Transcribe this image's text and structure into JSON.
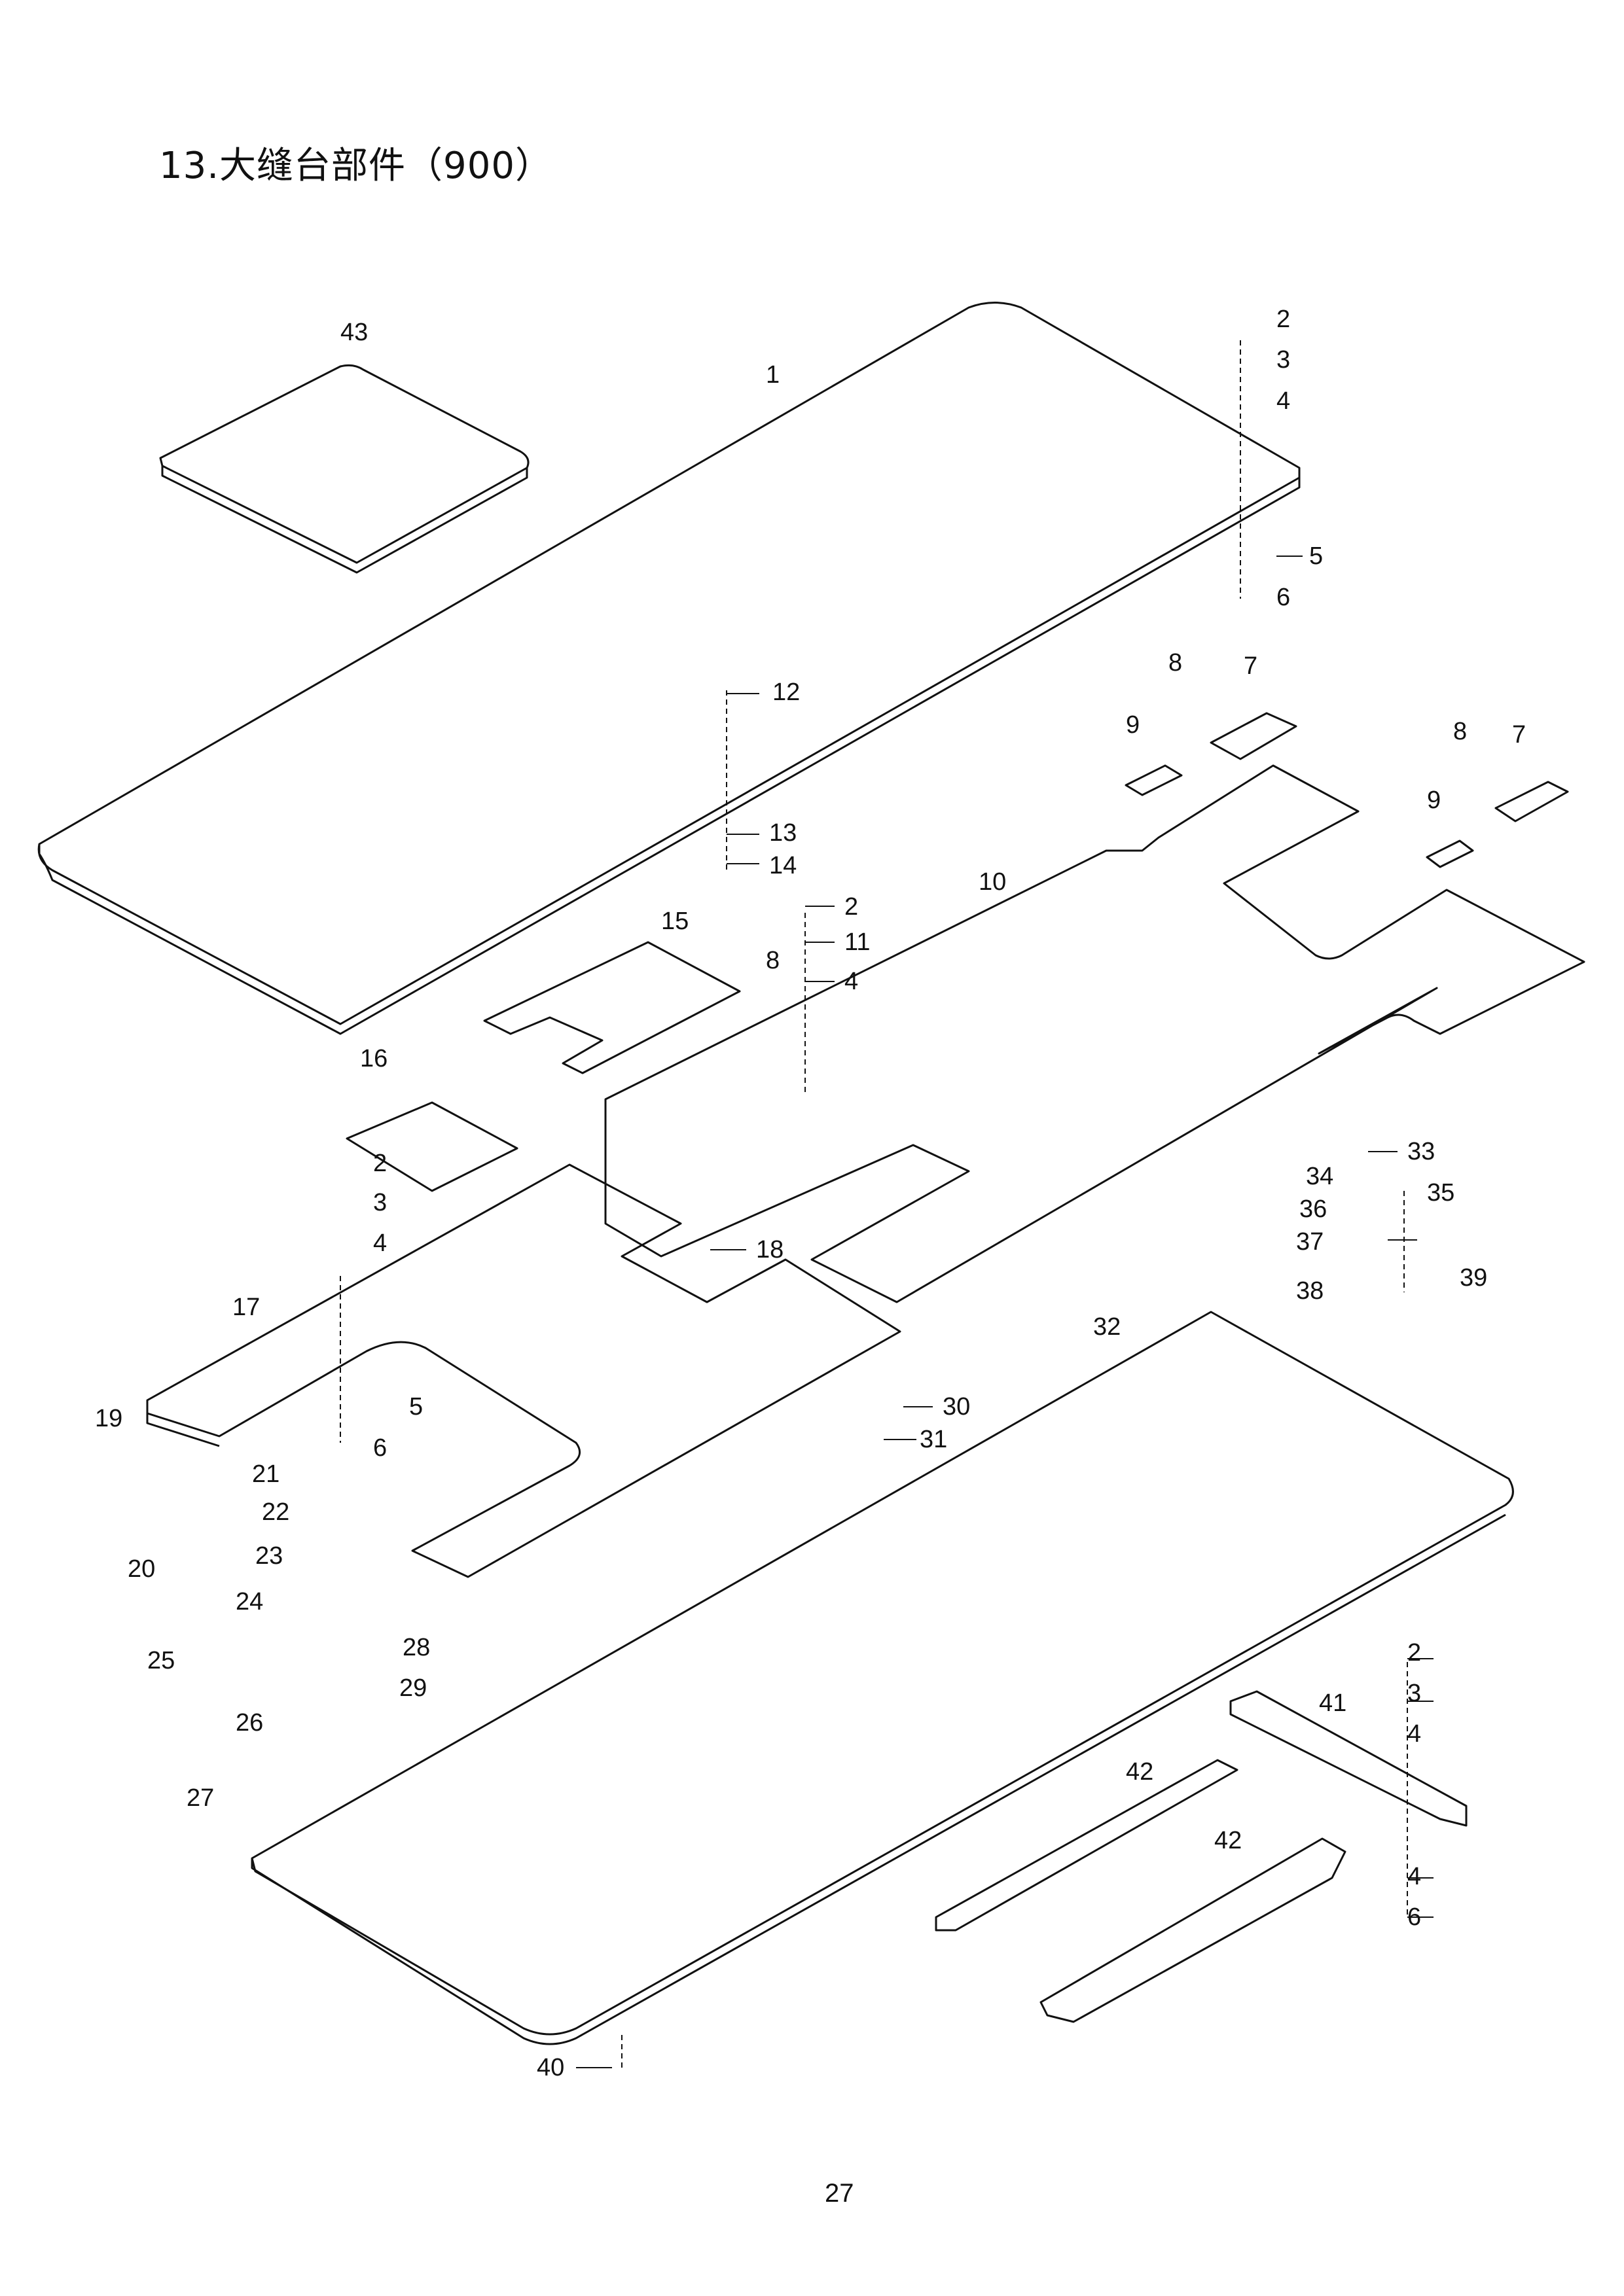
{
  "title": "13.大缝台部件（900）",
  "page_number": "27",
  "callouts": [
    "43",
    "1",
    "2",
    "3",
    "4",
    "5",
    "6",
    "12",
    "13",
    "14",
    "8",
    "7",
    "9",
    "8",
    "7",
    "9",
    "10",
    "2",
    "11",
    "4",
    "8",
    "15",
    "16",
    "2",
    "3",
    "4",
    "18",
    "17",
    "5",
    "6",
    "19",
    "20",
    "21",
    "22",
    "23",
    "24",
    "30",
    "31",
    "32",
    "33",
    "34",
    "35",
    "36",
    "37",
    "38",
    "39",
    "25",
    "26",
    "27",
    "28",
    "29",
    "2",
    "3",
    "4",
    "41",
    "42",
    "42",
    "4",
    "6",
    "40"
  ]
}
